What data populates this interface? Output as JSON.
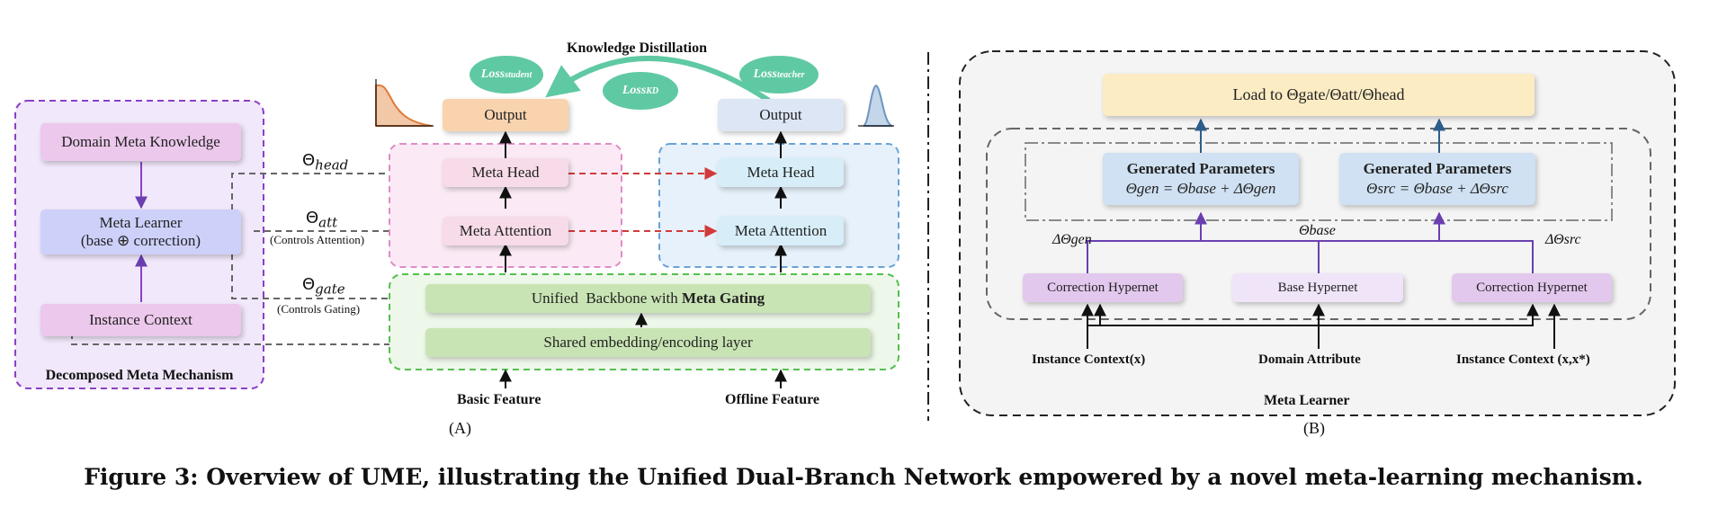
{
  "panel_a": {
    "label": "(A)",
    "decomposed": {
      "title": "Decomposed Meta Mechanism",
      "domain_meta_knowledge": "Domain Meta Knowledge",
      "meta_learner_line1": "Meta Learner",
      "meta_learner_line2": "(base ⊕ correction)",
      "instance_context": "Instance Context"
    },
    "theta_head": "Θ",
    "theta_head_sub": "head",
    "theta_att": "Θ",
    "theta_att_sub": "att",
    "controls_attention": "(Controls Attention)",
    "theta_gate": "Θ",
    "theta_gate_sub": "gate",
    "controls_gating": "(Controls Gating)",
    "knowledge_distillation": "Knowledge Distillation",
    "loss_student": "Loss",
    "loss_student_sub": "student",
    "loss_kd": "Loss",
    "loss_kd_sub": "KD",
    "loss_teacher": "Loss",
    "loss_teacher_sub": "teacher",
    "student": {
      "output": "Output",
      "meta_head": "Meta Head",
      "meta_attention": "Meta Attention"
    },
    "teacher": {
      "output": "Output",
      "meta_head": "Meta Head",
      "meta_attention": "Meta Attention"
    },
    "backbone_prefix": "Unified  Backbone with ",
    "backbone_bold": "Meta Gating",
    "shared_embedding": "Shared embedding/encoding layer",
    "basic_feature": "Basic Feature",
    "offline_feature": "Offline Feature"
  },
  "panel_b": {
    "label": "(B)",
    "title": "Meta Learner",
    "load_to": "Load to Θgate/Θatt/Θhead",
    "gen_params_title": "Generated Parameters",
    "gen_params_formula": "Θgen = Θbase + ΔΘgen",
    "src_params_title": "Generated Parameters",
    "src_params_formula": "Θsrc = Θbase + ΔΘsrc",
    "delta_gen": "ΔΘgen",
    "theta_base": "Θbase",
    "delta_src": "ΔΘsrc",
    "correction_hypernet_left": "Correction Hypernet",
    "base_hypernet": "Base Hypernet",
    "correction_hypernet_right": "Correction Hypernet",
    "instance_context_x": "Instance Context(x)",
    "domain_attribute": "Domain Attribute",
    "instance_context_xx": "Instance Context (x,x*)"
  },
  "caption": "Figure 3: Overview of UME, illustrating the Unified Dual-Branch Network empowered by a novel meta-learning mechanism.",
  "colors": {
    "purple_border": "#8b3fc6",
    "purple_fill": "#f1e8fb",
    "pink_box": "#ecc8ec",
    "lavender_box": "#cdd1fa",
    "orange_output": "#f9d3ae",
    "blue_output": "#dce6f4",
    "pink_region": "#fbeaf5",
    "pink_region_border": "#e08cc6",
    "blue_region": "#e6f1fb",
    "blue_region_border": "#6aa2d6",
    "green_region": "#eef8ea",
    "green_region_border": "#54c04f",
    "green_box": "#c9e4b4",
    "light_pink_box": "#f7dbe8",
    "light_blue_box": "#d7eef9",
    "loss_ellipse": "#5fc9a3",
    "red_arrow": "#d23a3a",
    "yellow_box": "#fcecc4",
    "blue_param_box": "#cfe1f2",
    "hypernet_box": "#e3c8ee",
    "base_hypernet_box": "#f0e4f8",
    "arrow_blue": "#2e5d8c",
    "arrow_purple": "#6a3fb0"
  }
}
